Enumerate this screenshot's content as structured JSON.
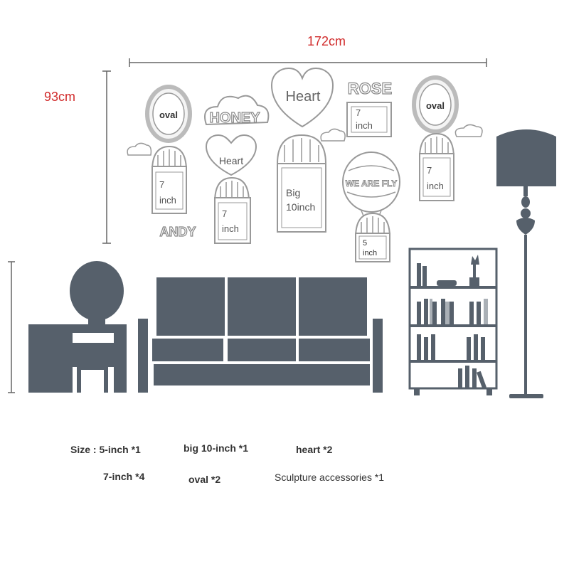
{
  "dimensions": {
    "width": "172cm",
    "height": "93cm"
  },
  "frames": {
    "oval_left": "oval",
    "oval_right": "oval",
    "honey": "HONEY",
    "heart_large": "Heart",
    "heart_small": "Heart",
    "rose": "ROSE",
    "andy": "ANDY",
    "balloon": "WE ARE FLY",
    "seven_a_num": "7",
    "seven_a_unit": "inch",
    "seven_b_num": "7",
    "seven_b_unit": "inch",
    "seven_c_num": "7",
    "seven_c_unit": "inch",
    "seven_d_num": "7",
    "seven_d_unit": "inch",
    "big_line1": "Big",
    "big_line2": "10inch",
    "five_num": "5",
    "five_unit": "inch"
  },
  "summary": {
    "size_label": "Size : 5-inch *1",
    "big": "big 10-inch *1",
    "heart": "heart *2",
    "seven": "7-inch *4",
    "oval": "oval *2",
    "accessories": "Sculpture accessories *1"
  },
  "colors": {
    "furniture": "#56606b",
    "outline": "#999999",
    "dimension_text": "#d12b2b"
  }
}
